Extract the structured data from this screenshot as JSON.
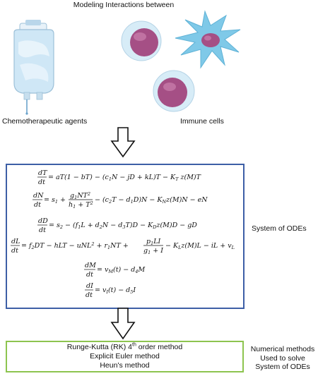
{
  "title": "Modeling Interactions between",
  "labels": {
    "chemo": "Chemotherapeutic agents",
    "immune": "Immune cells"
  },
  "equations": [
    "dT/dt = aT(1 − bT) − (c₁N − jD + kL)T − K_T z(M)T",
    "dN/dt = s₁ + g₁NT²/(h₁ + T²) − (c₂T − d₁D)N − K_N z(M)N − eN",
    "dD/dt = s₂ − (f₁L + d₂N − d₃T)D − K_D z(M)D − gD",
    "dL/dt = f₂DT − hLT − uNL² + r₁NT + p₁LI/(g₁ + I) − K_L z(M)L − iL + v_L",
    "dM/dt = v_M(t) − d₄M",
    "dI/dt = v_I(t) − d₅I"
  ],
  "system_label": "System of ODEs",
  "methods": {
    "rk_prefix": "Runge-Kutta (RK) 4",
    "rk_sup": "th",
    "rk_suffix": " order method",
    "euler": "Explicit Euler method",
    "heun": "Heun's method"
  },
  "numerical_label": [
    "Numerical methods",
    "Used to solve",
    "System of ODEs"
  ],
  "colors": {
    "ode_box_border": "#3d5fa6",
    "method_box_border": "#8dc44f",
    "iv_bag": "#cfe7f6",
    "cell_membrane": "#d7ecf7",
    "cell_nucleus": "#a54f85",
    "dendritic_cell": "#7fc9e8"
  },
  "icons": [
    "iv-bag-icon",
    "immune-cell-icon",
    "dendritic-cell-icon",
    "down-arrow-icon"
  ]
}
